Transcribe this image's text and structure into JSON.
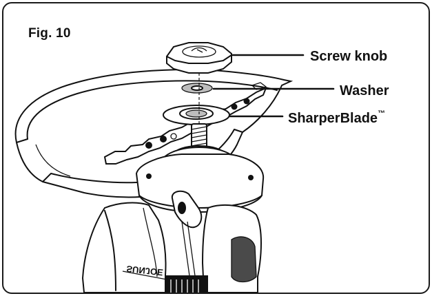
{
  "figure": {
    "title": "Fig. 10"
  },
  "callouts": {
    "screw_knob": "Screw knob",
    "washer": "Washer",
    "sharperblade": "SharperBlade",
    "sharperblade_tm": "™"
  },
  "product_mark": "SUNJOE",
  "icons": {
    "knob": "screw-knob-icon",
    "washer": "washer-icon",
    "blade": "sharperblade-icon",
    "guard": "blade-guard-icon",
    "motor": "motor-housing-icon"
  },
  "colors": {
    "ink": "#111111",
    "paper": "#ffffff",
    "shade": "#bdbdbd"
  }
}
